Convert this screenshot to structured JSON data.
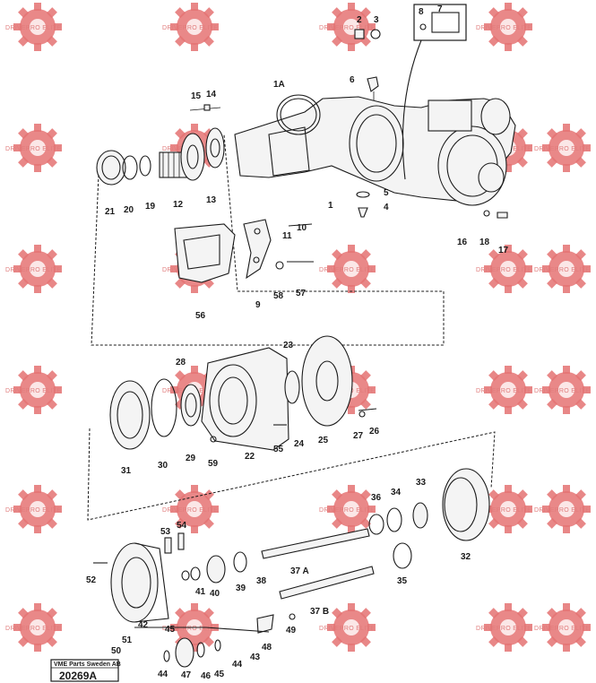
{
  "watermark": {
    "text": "DRIVEPRO ELITE",
    "color": "#e57373"
  },
  "footer": {
    "publisher": "VME Parts Sweden AB",
    "reference": "20269A"
  },
  "callouts": [
    "1",
    "1A",
    "2",
    "3",
    "4",
    "5",
    "6",
    "7",
    "8",
    "9",
    "10",
    "11",
    "12",
    "13",
    "14",
    "15",
    "16",
    "17",
    "18",
    "19",
    "20",
    "21",
    "22",
    "23",
    "24",
    "25",
    "26",
    "27",
    "28",
    "29",
    "30",
    "31",
    "32",
    "33",
    "34",
    "35",
    "36",
    "37 A",
    "37 B",
    "38",
    "39",
    "40",
    "41",
    "42",
    "43",
    "44",
    "44",
    "45",
    "45",
    "46",
    "47",
    "48",
    "49",
    "50",
    "51",
    "52",
    "53",
    "54",
    "55",
    "56",
    "57",
    "58",
    "59"
  ]
}
